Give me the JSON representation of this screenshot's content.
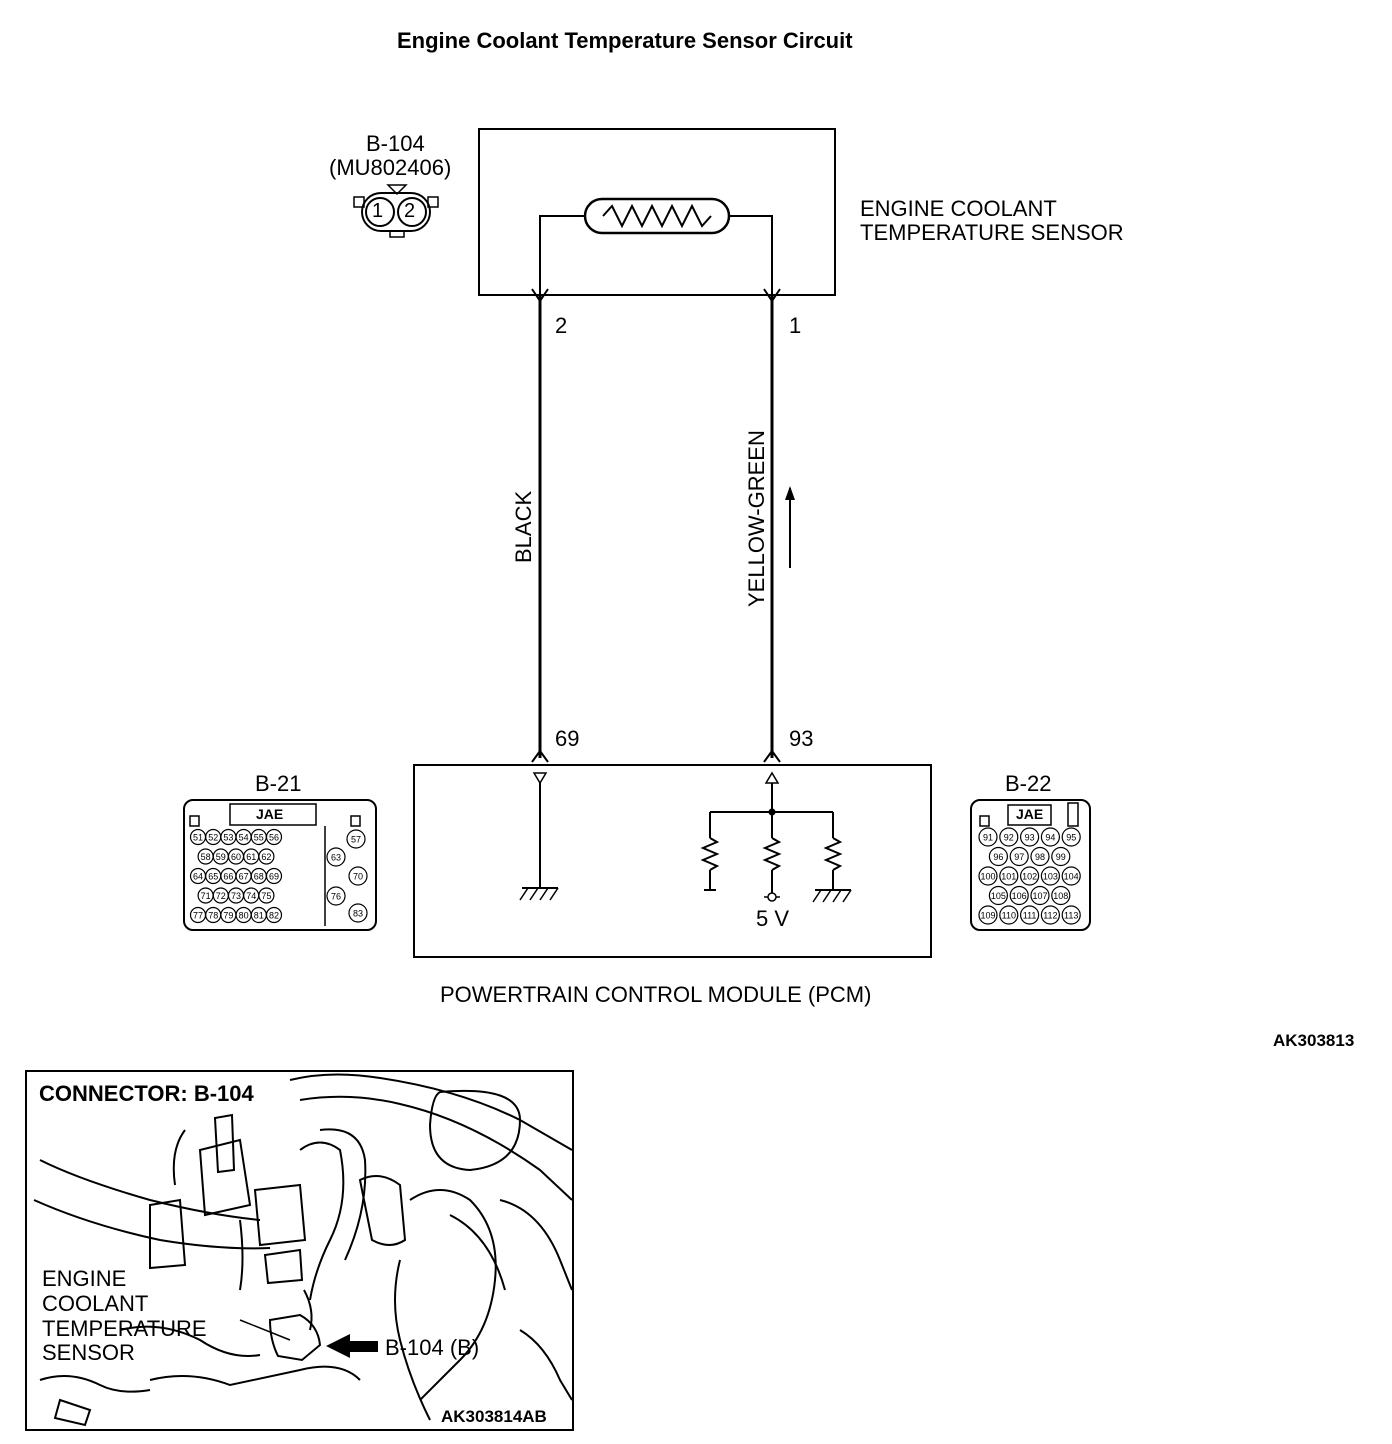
{
  "title": "Engine Coolant Temperature Sensor Circuit",
  "sensor": {
    "connector_id": "B-104",
    "part_number": "(MU802406)",
    "pin_labels": [
      "1",
      "2"
    ],
    "name_line1": "ENGINE COOLANT",
    "name_line2": "TEMPERATURE SENSOR"
  },
  "wires": [
    {
      "color": "BLACK",
      "sensor_pin": "2",
      "pcm_pin": "69"
    },
    {
      "color": "YELLOW-GREEN",
      "sensor_pin": "1",
      "pcm_pin": "93"
    }
  ],
  "pcm": {
    "name": "POWERTRAIN CONTROL MODULE (PCM)",
    "supply_label": "5 V"
  },
  "connector_b21": {
    "id": "B-21",
    "maker": "JAE",
    "rows": [
      [
        "51",
        "52",
        "53",
        "54",
        "55",
        "56"
      ],
      [
        "58",
        "59",
        "60",
        "61",
        "62"
      ],
      [
        "64",
        "65",
        "66",
        "67",
        "68",
        "69"
      ],
      [
        "71",
        "72",
        "73",
        "74",
        "75"
      ],
      [
        "77",
        "78",
        "79",
        "80",
        "81",
        "82"
      ]
    ],
    "side_pins": [
      "57",
      "63",
      "70",
      "76",
      "83"
    ]
  },
  "connector_b22": {
    "id": "B-22",
    "maker": "JAE",
    "rows": [
      [
        "91",
        "92",
        "93",
        "94",
        "95"
      ],
      [
        "96",
        "97",
        "98",
        "99"
      ],
      [
        "100",
        "101",
        "102",
        "103",
        "104"
      ],
      [
        "105",
        "106",
        "107",
        "108"
      ],
      [
        "109",
        "110",
        "111",
        "112",
        "113"
      ]
    ]
  },
  "figure_code": "AK303813",
  "inset": {
    "heading": "CONNECTOR: B-104",
    "label_line1": "ENGINE",
    "label_line2": "COOLANT",
    "label_line3": "TEMPERATURE",
    "label_line4": "SENSOR",
    "pointer_label": "B-104 (B)",
    "figure_code": "AK303814AB"
  }
}
